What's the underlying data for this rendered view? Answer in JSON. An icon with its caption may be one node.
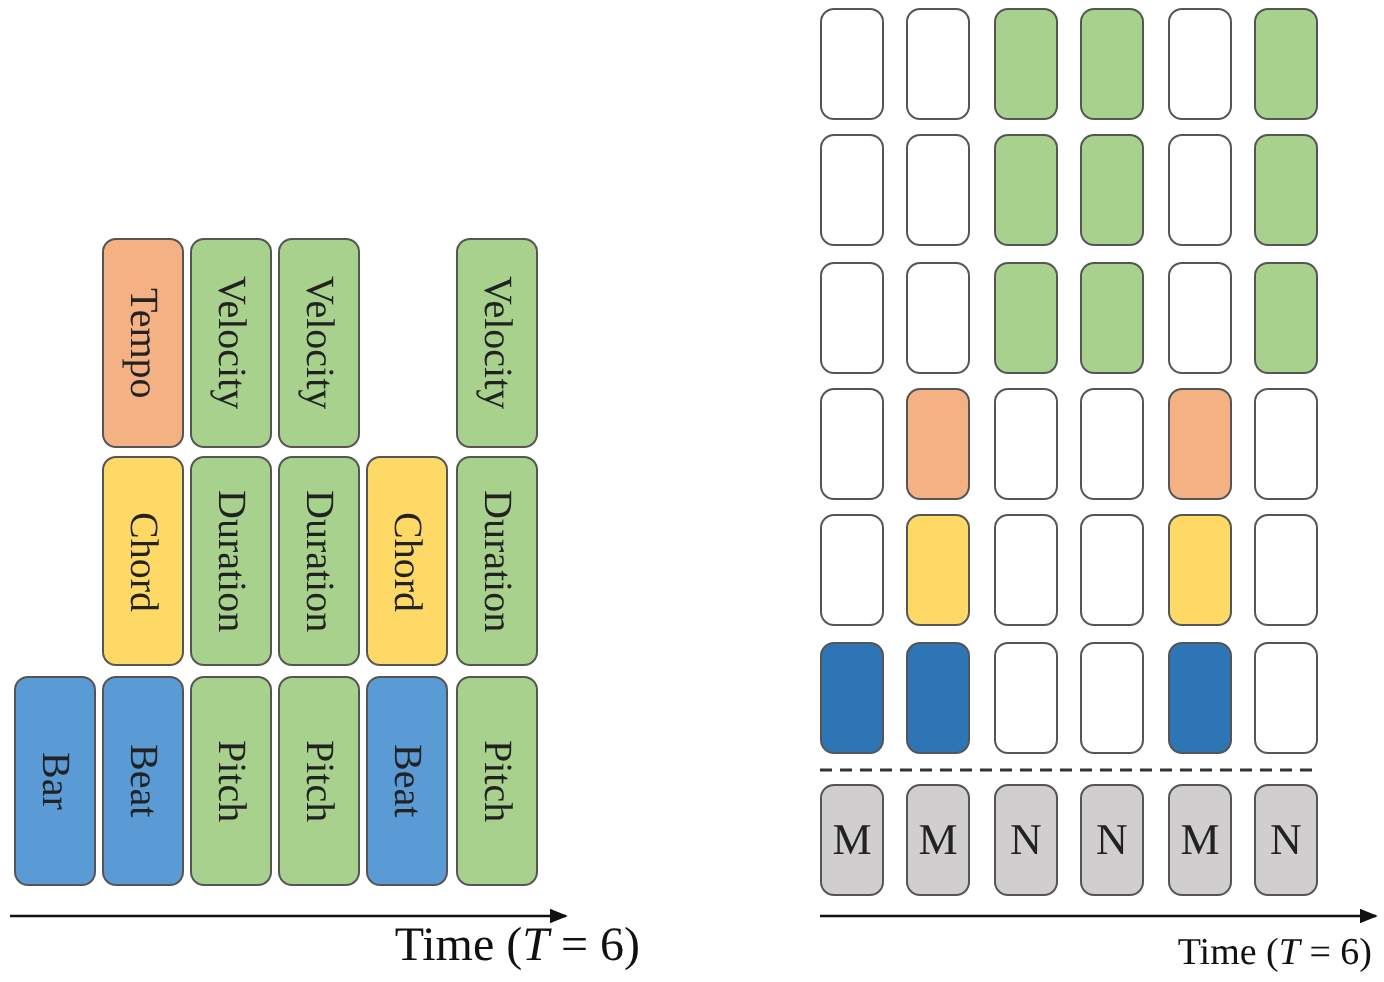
{
  "diagram": {
    "nodes": [
      {
        "text": [
          "Tempo"
        ]
      },
      {
        "text": [
          "Velocity"
        ]
      },
      {
        "text": [
          "Velocity"
        ]
      },
      {
        "text": [
          "Velocity"
        ]
      },
      {
        "text": [
          "Chord"
        ]
      },
      {
        "text": [
          "Duration"
        ]
      },
      {
        "text": [
          "Duration"
        ]
      },
      {
        "text": [
          "Chord"
        ]
      },
      {
        "text": [
          "Duration"
        ]
      },
      {
        "text": [
          "Bar"
        ]
      },
      {
        "text": [
          "Beat"
        ]
      },
      {
        "text": [
          "Pitch"
        ]
      },
      {
        "text": [
          "Pitch"
        ]
      },
      {
        "text": [
          "Beat"
        ]
      },
      {
        "text": [
          "Pitch"
        ]
      },
      {
        "text": [],
        "shape": "box"
      },
      {
        "text": [],
        "shape": "box"
      },
      {
        "text": [],
        "shape": "box"
      },
      {
        "text": [],
        "shape": "box"
      },
      {
        "text": [],
        "shape": "box"
      },
      {
        "text": [],
        "shape": "box"
      },
      {
        "text": [],
        "shape": "box"
      },
      {
        "text": [],
        "shape": "box"
      },
      {
        "text": [],
        "shape": "box"
      },
      {
        "text": [],
        "shape": "box"
      },
      {
        "text": [],
        "shape": "box"
      },
      {
        "text": [],
        "shape": "box"
      },
      {
        "text": [],
        "shape": "box"
      },
      {
        "text": [],
        "shape": "box"
      },
      {
        "text": [],
        "shape": "box"
      },
      {
        "text": [],
        "shape": "box"
      },
      {
        "text": [],
        "shape": "box"
      },
      {
        "text": [],
        "shape": "box"
      },
      {
        "text": [],
        "shape": "box"
      },
      {
        "text": [],
        "shape": "box"
      },
      {
        "text": [],
        "shape": "box"
      },
      {
        "text": [],
        "shape": "box"
      },
      {
        "text": [],
        "shape": "box"
      },
      {
        "text": [],
        "shape": "box"
      },
      {
        "text": [],
        "shape": "box"
      },
      {
        "text": [],
        "shape": "box"
      },
      {
        "text": [],
        "shape": "box"
      },
      {
        "text": [],
        "shape": "box"
      },
      {
        "text": [],
        "shape": "box"
      },
      {
        "text": [],
        "shape": "box"
      },
      {
        "text": [],
        "shape": "box"
      },
      {
        "text": [],
        "shape": "box"
      },
      {
        "text": [],
        "shape": "box"
      },
      {
        "text": [],
        "shape": "box"
      },
      {
        "text": [],
        "shape": "box"
      },
      {
        "text": [],
        "shape": "box"
      },
      {
        "text": [
          "M"
        ]
      },
      {
        "text": [
          "M"
        ]
      },
      {
        "text": [
          "N"
        ]
      },
      {
        "text": [
          "N"
        ]
      },
      {
        "text": [
          "M"
        ]
      },
      {
        "text": [
          "N"
        ]
      }
    ],
    "labels": [
      "Time (*T* = 6)",
      "Time (*T* = 6)"
    ]
  }
}
